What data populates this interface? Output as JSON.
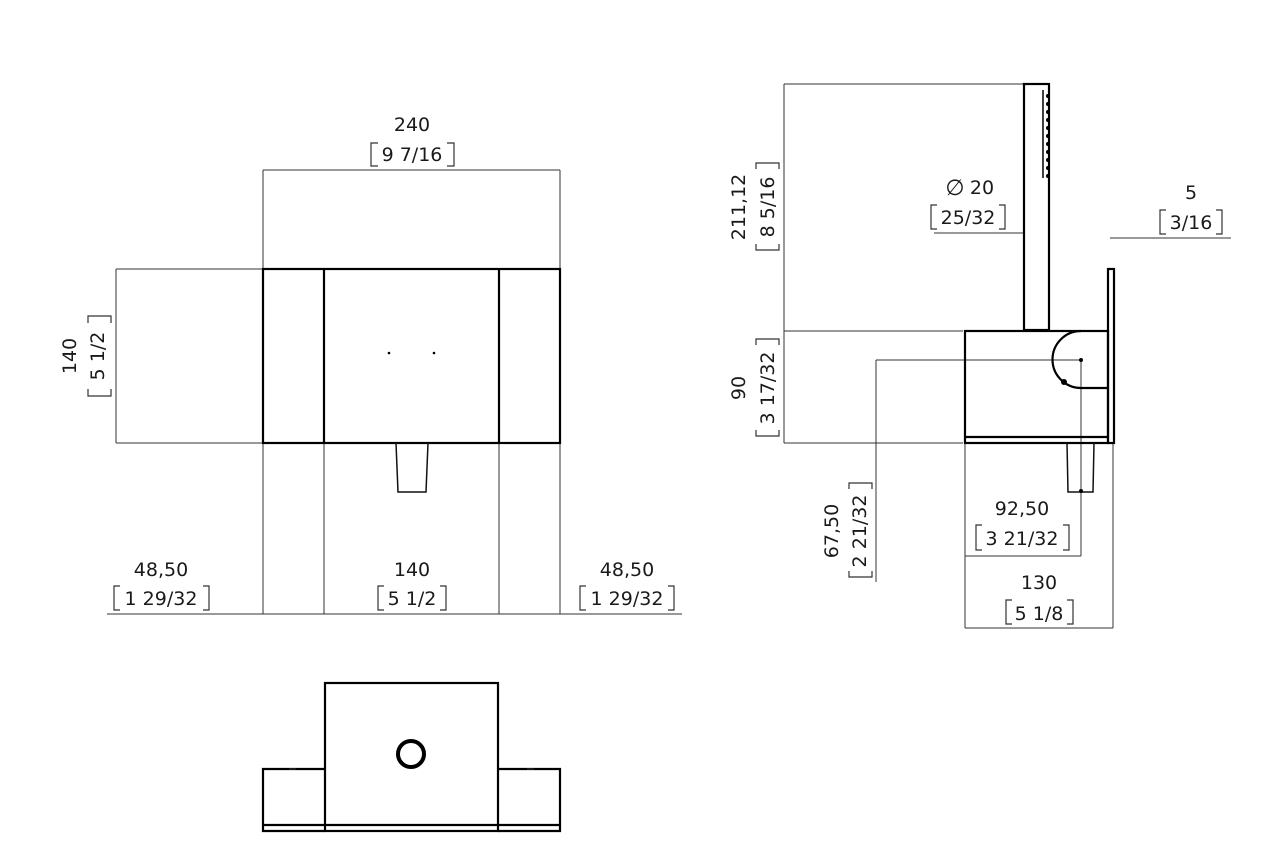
{
  "front": {
    "width_mm": "240",
    "width_in": "9 7/16",
    "height_mm": "140",
    "height_in": "5 1/2",
    "left_mm": "48,50",
    "left_in": "1 29/32",
    "center_mm": "140",
    "center_in": "5 1/2",
    "right_mm": "48,50",
    "right_in": "1 29/32"
  },
  "side": {
    "hand_mm": "211,12",
    "hand_in": "8 5/16",
    "diam_symbol": "∅",
    "diam_mm": "20",
    "diam_in": "25/32",
    "wall_mm": "5",
    "wall_in": "3/16",
    "body_h_mm": "90",
    "body_h_in": "3 17/32",
    "axis_h_mm": "67,50",
    "axis_h_in": "2 21/32",
    "axis_d_mm": "92,50",
    "axis_d_in": "3 21/32",
    "depth_mm": "130",
    "depth_in": "5 1/8"
  }
}
